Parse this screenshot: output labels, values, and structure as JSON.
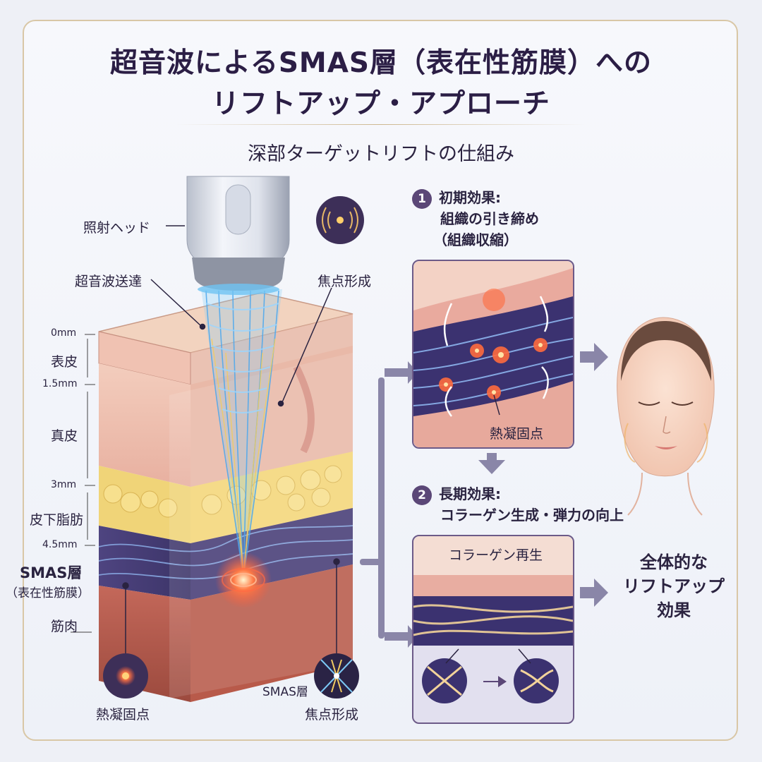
{
  "title": {
    "line1": "超音波によるSMAS層（表在性筋膜）への",
    "line2": "リフトアップ・アプローチ"
  },
  "subtitle": "深部ターゲットリフトの仕組み",
  "device_labels": {
    "head": "照射ヘッド",
    "transmission": "超音波送達",
    "focus": "焦点形成"
  },
  "depth_scale": [
    "0mm",
    "1.5mm",
    "3mm",
    "4.5mm"
  ],
  "layers": {
    "epidermis": "表皮",
    "dermis": "真皮",
    "fat": "皮下脂肪",
    "smas": "SMAS層",
    "smas_sub": "（表在性筋膜）",
    "muscle": "筋肉"
  },
  "bottom_labels": {
    "coag_point": "熱凝固点",
    "smas_small": "SMAS層",
    "focus_small": "焦点形成"
  },
  "step1": {
    "number": "1",
    "heading": "初期効果:",
    "line2": "組織の引き締め",
    "line3": "（組織収縮）",
    "panel_label": "熱凝固点"
  },
  "step2": {
    "number": "2",
    "heading": "長期効果:",
    "line2": "コラーゲン生成・弾力の向上",
    "panel_label": "コラーゲン再生"
  },
  "result": {
    "line1": "全体的な",
    "line2": "リフトアップ",
    "line3": "効果"
  },
  "colors": {
    "accent": "#5b4777",
    "beam": "#5fb6f0",
    "heat": "#ff5a3a",
    "skin": "#f1c3b3",
    "fat": "#f3d77a",
    "smas": "#4a3f7a",
    "muscle": "#b65b4a"
  }
}
